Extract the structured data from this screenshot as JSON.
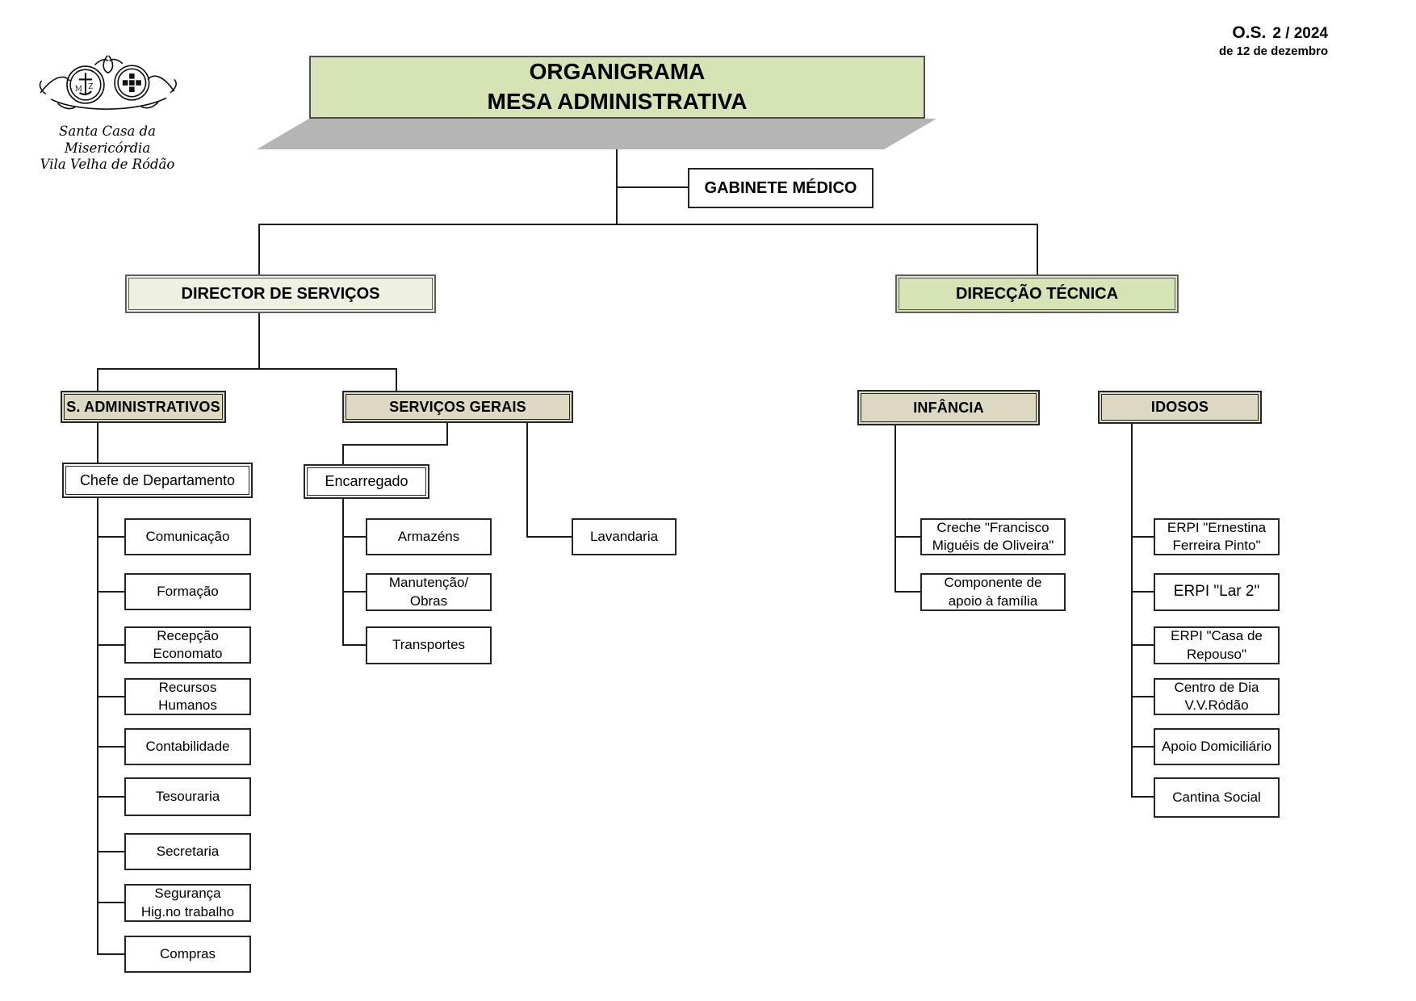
{
  "header": {
    "logo_caption_line1": "Santa Casa da Misericórdia",
    "logo_caption_line2": "Vila Velha de Ródão",
    "os_label": "O.S.",
    "os_value": "2 / 2024",
    "os_date": "de 12 de dezembro",
    "title_line1": "ORGANIGRAMA",
    "title_line2": "MESA ADMINISTRATIVA"
  },
  "nodes": {
    "gabinete_medico": "GABINETE MÉDICO",
    "director_servicos": "DIRECTOR DE SERVIÇOS",
    "direccao_tecnica": "DIRECÇÃO TÉCNICA",
    "s_administrativos": "S. ADMINISTRATIVOS",
    "servicos_gerais": "SERVIÇOS GERAIS",
    "infancia": "INFÂNCIA",
    "idosos": "IDOSOS",
    "chefe_departamento": "Chefe de Departamento",
    "encarregado": "Encarregado",
    "lavandaria": "Lavandaria"
  },
  "lists": {
    "admin": [
      "Comunicação",
      "Formação",
      "Recepção\nEconomato",
      "Recursos\nHumanos",
      "Contabilidade",
      "Tesouraria",
      "Secretaria",
      "Segurança\nHig.no trabalho",
      "Compras"
    ],
    "servicos": [
      "Armazéns",
      "Manutenção/\nObras",
      "Transportes"
    ],
    "infancia": [
      "Creche \"Francisco\nMiguéis de Oliveira\"",
      "Componente de\napoio à família"
    ],
    "idosos": [
      "ERPI \"Ernestina\nFerreira Pinto\"",
      "ERPI \"Lar 2\"",
      "ERPI \"Casa de\nRepouso\"",
      "Centro de Dia\nV.V.Ródão",
      "Apoio Domiciliário",
      "Cantina Social"
    ]
  },
  "colors": {
    "title_fill": "#d6e3b5",
    "direccao_fill": "#d6e3b5",
    "director_fill": "#eef1e2",
    "tan_fill": "#ddd8c2",
    "shadow": "#b5b5b5",
    "line": "#1c1c1c"
  }
}
